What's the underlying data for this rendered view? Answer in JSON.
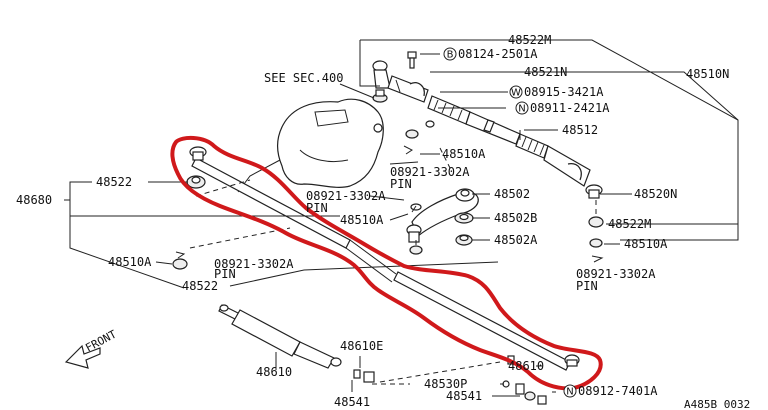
{
  "colors": {
    "highlight": "#d0191b",
    "line": "#222222",
    "background": "#ffffff"
  },
  "labels": {
    "p48522M_top": "48522M",
    "p08124": "08124-2501A",
    "p08124_sym": "B",
    "p48521N": "48521N",
    "p48510N": "48510N",
    "p08915": "08915-3421A",
    "p08915_sym": "W",
    "p08911": "08911-2421A",
    "p08911_sym": "N",
    "see_sec": "SEE SEC.400",
    "p48512": "48512",
    "p48510A_1": "48510A",
    "p08921_1": "08921-3302A",
    "pin_1": "PIN",
    "p48522_top": "48522",
    "p48680": "48680",
    "p08921_2": "08921-3302A",
    "pin_2": "PIN",
    "p48502": "48502",
    "p48510A_2": "48510A",
    "p48520N": "48520N",
    "p48502B": "48502B",
    "p48522M_right": "48522M",
    "p48502A": "48502A",
    "p48510A_right": "48510A",
    "p48510A_left": "48510A",
    "p08921_3": "08921-3302A",
    "pin_3": "PIN",
    "p08921_4": "08921-3302A",
    "pin_4": "PIN",
    "p48522_bottom": "48522",
    "front": "FRONT",
    "p48610E": "48610E",
    "p48610": "48610",
    "p48610_small": "48610",
    "p48530P": "48530P",
    "p48541_mid": "48541",
    "p08912": "08912-7401A",
    "p08912_sym": "N",
    "p48541_left": "48541",
    "diagram_code": "A485B 0032"
  }
}
